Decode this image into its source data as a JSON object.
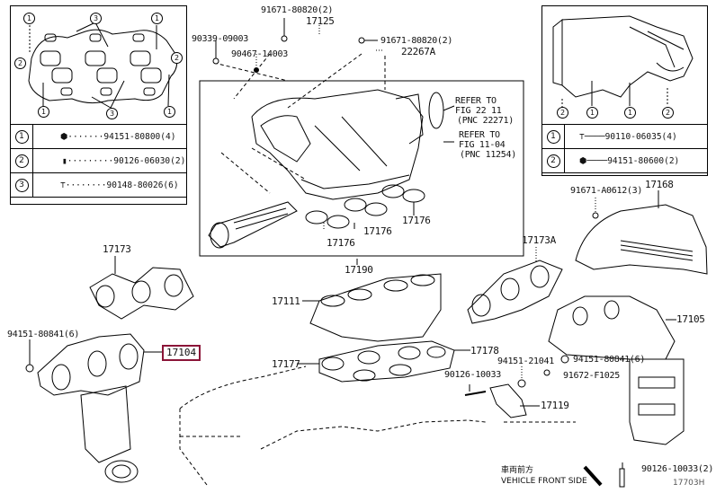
{
  "diagram": {
    "figure_code": "17703H",
    "highlighted_part": "17104",
    "direction_note": {
      "japanese": "車両前方",
      "english": "VEHICLE FRONT SIDE"
    }
  },
  "inset_left": {
    "callouts": [
      "1",
      "3",
      "1",
      "2",
      "2",
      "1",
      "3",
      "1"
    ],
    "legend": [
      {
        "index": "1",
        "part": "94151-80800(4)"
      },
      {
        "index": "2",
        "part": "90126-06030(2)"
      },
      {
        "index": "3",
        "part": "90148-80026(6)"
      }
    ]
  },
  "inset_right": {
    "callouts": [
      "2",
      "1",
      "1",
      "2"
    ],
    "legend": [
      {
        "index": "1",
        "part": "90110-06035(4)"
      },
      {
        "index": "2",
        "part": "94151-80600(2)"
      }
    ]
  },
  "labels": {
    "p_91671_80820_top": "91671-80820(2)",
    "p_17125": "17125",
    "p_90339_09003": "90339-09003",
    "p_90467_14003": "90467-14003",
    "p_91671_80820_right": "91671-80820(2)",
    "p_22267A": "22267A",
    "refer1_line1": "REFER TO",
    "refer1_line2": "FIG 22 11",
    "refer1_line3": "(PNC 22271)",
    "refer2_line1": "REFER TO",
    "refer2_line2": "FIG 11-04",
    "refer2_line3": "(PNC 11254)",
    "p_17176_a": "17176",
    "p_17176_b": "17176",
    "p_17176_c": "17176",
    "p_17190": "17190",
    "p_17173": "17173",
    "p_17173A": "17173A",
    "p_91671_A0612": "91671-A0612(3)",
    "p_17168": "17168",
    "p_17111": "17111",
    "p_94151_80841_left": "94151-80841(6)",
    "p_17104": "17104",
    "p_17178": "17178",
    "p_17177": "17177",
    "p_17105": "17105",
    "p_94151_21041": "94151-21041",
    "p_94151_80841_right": "94151-80841(6)",
    "p_90126_10033": "90126-10033",
    "p_91672_F1025": "91672-F1025",
    "p_17119": "17119",
    "p_90126_10033_2": "90126-10033(2)"
  }
}
